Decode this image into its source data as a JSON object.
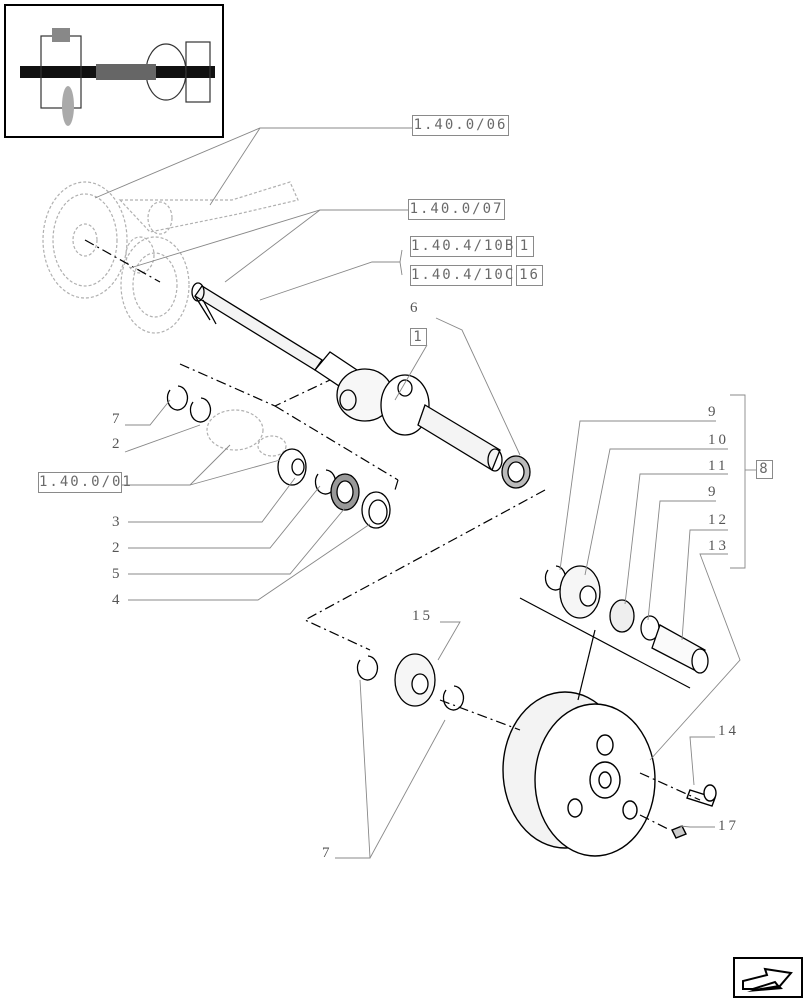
{
  "refs": {
    "r1": "1.40.0/06",
    "r2": "1.40.0/07",
    "r3": "1.40.4/10B",
    "r3q": "1",
    "r4": "1.40.4/10C",
    "r4q": "16",
    "r5": "1.40.0/01"
  },
  "callouts": {
    "c6": "6",
    "c6q": "1",
    "c7a": "7",
    "c2a": "2",
    "c3": "3",
    "c2b": "2",
    "c5": "5",
    "c4": "4",
    "c9a": "9",
    "c10": "10",
    "c11": "11",
    "c9b": "9",
    "c12": "12",
    "c13": "13",
    "c8": "8",
    "c15": "15",
    "c14": "14",
    "c17": "17",
    "c7b": "7"
  },
  "icons": {
    "overview": "axle-overview-thumbnail-icon",
    "next": "next-page-arrow-icon"
  },
  "colors": {
    "line": "#000000",
    "ghost": "#b0b0b0",
    "leader": "#888888"
  }
}
